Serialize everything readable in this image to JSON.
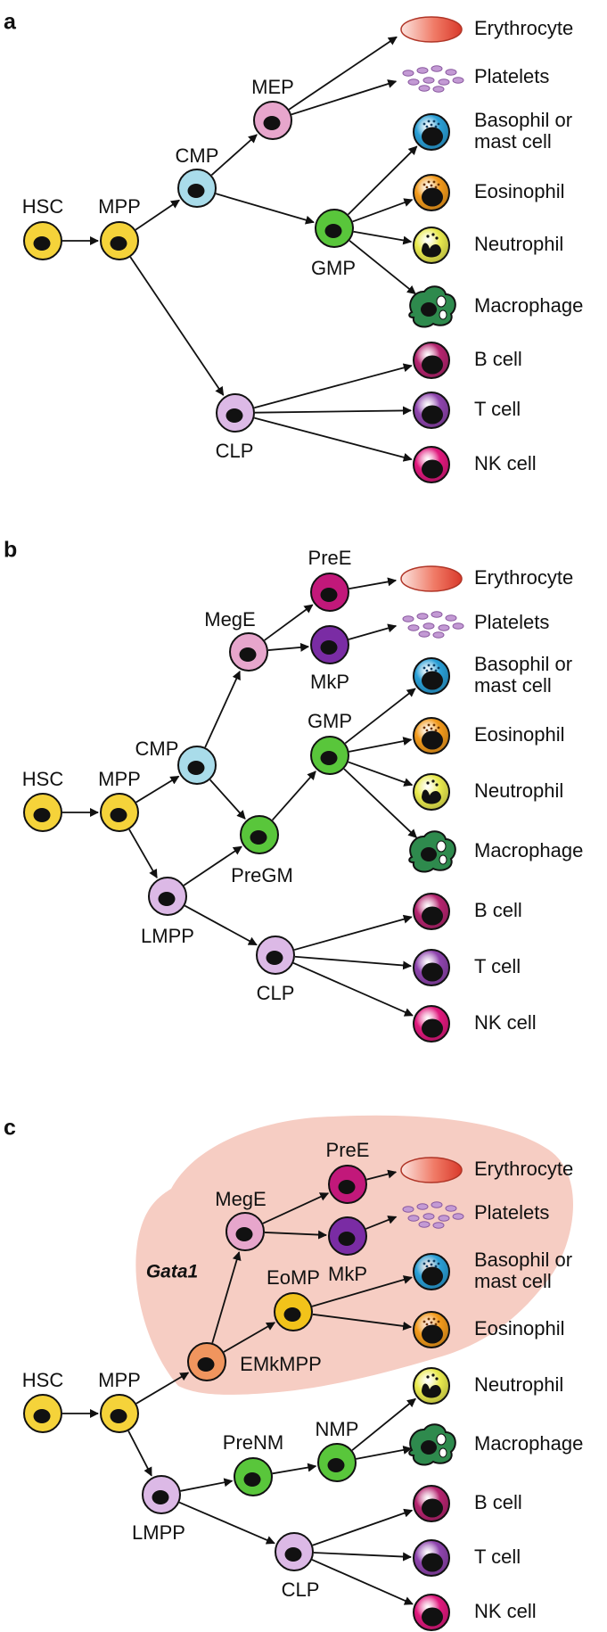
{
  "colors": {
    "HSC": "#f5d33a",
    "MPP": "#f5d33a",
    "CMP": "#a9dcea",
    "MEP": "#e7a6cc",
    "GMP": "#59c63b",
    "CLP": "#dcb9e6",
    "LMPP": "#dcb9e6",
    "MegE": "#e7a6cc",
    "PreE": "#c2187a",
    "MkP": "#7a2ca4",
    "PreGM": "#59c63b",
    "EMkMPP": "#f0955e",
    "EoMP": "#f2c31a",
    "PreNM": "#59c63b",
    "NMP": "#59c63b",
    "bcell": "#b5246f",
    "tcell": "#8e44ad",
    "nkcell": "#e0197d",
    "basophil": "#2a9fd6",
    "eosinophil": "#f29a1c",
    "neutrophil": "#e9ea4e",
    "macrophage": "#2e8a4d",
    "erythrocyte": "#e45a48",
    "platelet": "#c39ad4",
    "gata1_region": "#f6cdc3"
  },
  "panels": [
    {
      "letter": "a",
      "nodes": [
        {
          "id": "a-HSC",
          "label": "HSC",
          "ctype": "HSC"
        },
        {
          "id": "a-MPP",
          "label": "MPP",
          "ctype": "MPP"
        },
        {
          "id": "a-CMP",
          "label": "CMP",
          "ctype": "CMP"
        },
        {
          "id": "a-MEP",
          "label": "MEP",
          "ctype": "MEP"
        },
        {
          "id": "a-GMP",
          "label": "GMP",
          "ctype": "GMP"
        },
        {
          "id": "a-CLP",
          "label": "CLP",
          "ctype": "CLP"
        }
      ],
      "terminals": [
        {
          "id": "a-ery",
          "label": "Erythrocyte",
          "kind": "erythrocyte"
        },
        {
          "id": "a-plt",
          "label": "Platelets",
          "kind": "platelets"
        },
        {
          "id": "a-bas",
          "label": "Basophil or\nmast cell",
          "kind": "basophil"
        },
        {
          "id": "a-eos",
          "label": "Eosinophil",
          "kind": "eosinophil"
        },
        {
          "id": "a-neu",
          "label": "Neutrophil",
          "kind": "neutrophil"
        },
        {
          "id": "a-mac",
          "label": "Macrophage",
          "kind": "macrophage"
        },
        {
          "id": "a-b",
          "label": "B cell",
          "kind": "bcell"
        },
        {
          "id": "a-t",
          "label": "T cell",
          "kind": "tcell"
        },
        {
          "id": "a-nk",
          "label": "NK cell",
          "kind": "nkcell"
        }
      ],
      "edges": [
        [
          "a-HSC",
          "a-MPP"
        ],
        [
          "a-MPP",
          "a-CMP"
        ],
        [
          "a-MPP",
          "a-CLP"
        ],
        [
          "a-CMP",
          "a-MEP"
        ],
        [
          "a-CMP",
          "a-GMP"
        ],
        [
          "a-MEP",
          "a-ery"
        ],
        [
          "a-MEP",
          "a-plt"
        ],
        [
          "a-GMP",
          "a-bas"
        ],
        [
          "a-GMP",
          "a-eos"
        ],
        [
          "a-GMP",
          "a-neu"
        ],
        [
          "a-GMP",
          "a-mac"
        ],
        [
          "a-CLP",
          "a-b"
        ],
        [
          "a-CLP",
          "a-t"
        ],
        [
          "a-CLP",
          "a-nk"
        ]
      ]
    },
    {
      "letter": "b",
      "nodes": [
        {
          "id": "b-HSC",
          "label": "HSC",
          "ctype": "HSC"
        },
        {
          "id": "b-MPP",
          "label": "MPP",
          "ctype": "MPP"
        },
        {
          "id": "b-CMP",
          "label": "CMP",
          "ctype": "CMP"
        },
        {
          "id": "b-MegE",
          "label": "MegE",
          "ctype": "MegE"
        },
        {
          "id": "b-PreE",
          "label": "PreE",
          "ctype": "PreE"
        },
        {
          "id": "b-MkP",
          "label": "MkP",
          "ctype": "MkP"
        },
        {
          "id": "b-GMP",
          "label": "GMP",
          "ctype": "GMP"
        },
        {
          "id": "b-PreGM",
          "label": "PreGM",
          "ctype": "PreGM"
        },
        {
          "id": "b-LMPP",
          "label": "LMPP",
          "ctype": "LMPP"
        },
        {
          "id": "b-CLP",
          "label": "CLP",
          "ctype": "CLP"
        }
      ],
      "terminals": [
        {
          "id": "b-ery",
          "label": "Erythrocyte",
          "kind": "erythrocyte"
        },
        {
          "id": "b-plt",
          "label": "Platelets",
          "kind": "platelets"
        },
        {
          "id": "b-bas",
          "label": "Basophil or\nmast cell",
          "kind": "basophil"
        },
        {
          "id": "b-eos",
          "label": "Eosinophil",
          "kind": "eosinophil"
        },
        {
          "id": "b-neu",
          "label": "Neutrophil",
          "kind": "neutrophil"
        },
        {
          "id": "b-mac",
          "label": "Macrophage",
          "kind": "macrophage"
        },
        {
          "id": "b-b",
          "label": "B cell",
          "kind": "bcell"
        },
        {
          "id": "b-t",
          "label": "T cell",
          "kind": "tcell"
        },
        {
          "id": "b-nk",
          "label": "NK cell",
          "kind": "nkcell"
        }
      ],
      "edges": [
        [
          "b-HSC",
          "b-MPP"
        ],
        [
          "b-MPP",
          "b-CMP"
        ],
        [
          "b-MPP",
          "b-LMPP"
        ],
        [
          "b-CMP",
          "b-MegE"
        ],
        [
          "b-CMP",
          "b-PreGM"
        ],
        [
          "b-MegE",
          "b-PreE"
        ],
        [
          "b-MegE",
          "b-MkP"
        ],
        [
          "b-PreE",
          "b-ery"
        ],
        [
          "b-MkP",
          "b-plt"
        ],
        [
          "b-PreGM",
          "b-GMP"
        ],
        [
          "b-LMPP",
          "b-PreGM"
        ],
        [
          "b-LMPP",
          "b-CLP"
        ],
        [
          "b-GMP",
          "b-bas"
        ],
        [
          "b-GMP",
          "b-eos"
        ],
        [
          "b-GMP",
          "b-neu"
        ],
        [
          "b-GMP",
          "b-mac"
        ],
        [
          "b-CLP",
          "b-b"
        ],
        [
          "b-CLP",
          "b-t"
        ],
        [
          "b-CLP",
          "b-nk"
        ]
      ]
    },
    {
      "letter": "c",
      "region_label": "Gata1",
      "nodes": [
        {
          "id": "c-HSC",
          "label": "HSC",
          "ctype": "HSC"
        },
        {
          "id": "c-MPP",
          "label": "MPP",
          "ctype": "MPP"
        },
        {
          "id": "c-EMkMPP",
          "label": "EMkMPP",
          "ctype": "EMkMPP"
        },
        {
          "id": "c-MegE",
          "label": "MegE",
          "ctype": "MegE"
        },
        {
          "id": "c-PreE",
          "label": "PreE",
          "ctype": "PreE"
        },
        {
          "id": "c-MkP",
          "label": "MkP",
          "ctype": "MkP"
        },
        {
          "id": "c-EoMP",
          "label": "EoMP",
          "ctype": "EoMP"
        },
        {
          "id": "c-LMPP",
          "label": "LMPP",
          "ctype": "LMPP"
        },
        {
          "id": "c-PreNM",
          "label": "PreNM",
          "ctype": "PreNM"
        },
        {
          "id": "c-NMP",
          "label": "NMP",
          "ctype": "NMP"
        },
        {
          "id": "c-CLP",
          "label": "CLP",
          "ctype": "CLP"
        }
      ],
      "terminals": [
        {
          "id": "c-ery",
          "label": "Erythrocyte",
          "kind": "erythrocyte"
        },
        {
          "id": "c-plt",
          "label": "Platelets",
          "kind": "platelets"
        },
        {
          "id": "c-bas",
          "label": "Basophil or\nmast cell",
          "kind": "basophil"
        },
        {
          "id": "c-eos",
          "label": "Eosinophil",
          "kind": "eosinophil"
        },
        {
          "id": "c-neu",
          "label": "Neutrophil",
          "kind": "neutrophil"
        },
        {
          "id": "c-mac",
          "label": "Macrophage",
          "kind": "macrophage"
        },
        {
          "id": "c-b",
          "label": "B cell",
          "kind": "bcell"
        },
        {
          "id": "c-t",
          "label": "T cell",
          "kind": "tcell"
        },
        {
          "id": "c-nk",
          "label": "NK cell",
          "kind": "nkcell"
        }
      ],
      "edges": [
        [
          "c-HSC",
          "c-MPP"
        ],
        [
          "c-MPP",
          "c-EMkMPP"
        ],
        [
          "c-MPP",
          "c-LMPP"
        ],
        [
          "c-EMkMPP",
          "c-MegE"
        ],
        [
          "c-EMkMPP",
          "c-EoMP"
        ],
        [
          "c-MegE",
          "c-PreE"
        ],
        [
          "c-MegE",
          "c-MkP"
        ],
        [
          "c-PreE",
          "c-ery"
        ],
        [
          "c-MkP",
          "c-plt"
        ],
        [
          "c-EoMP",
          "c-bas"
        ],
        [
          "c-EoMP",
          "c-eos"
        ],
        [
          "c-LMPP",
          "c-PreNM"
        ],
        [
          "c-LMPP",
          "c-CLP"
        ],
        [
          "c-PreNM",
          "c-NMP"
        ],
        [
          "c-NMP",
          "c-neu"
        ],
        [
          "c-NMP",
          "c-mac"
        ],
        [
          "c-CLP",
          "c-b"
        ],
        [
          "c-CLP",
          "c-t"
        ],
        [
          "c-CLP",
          "c-nk"
        ]
      ]
    }
  ]
}
